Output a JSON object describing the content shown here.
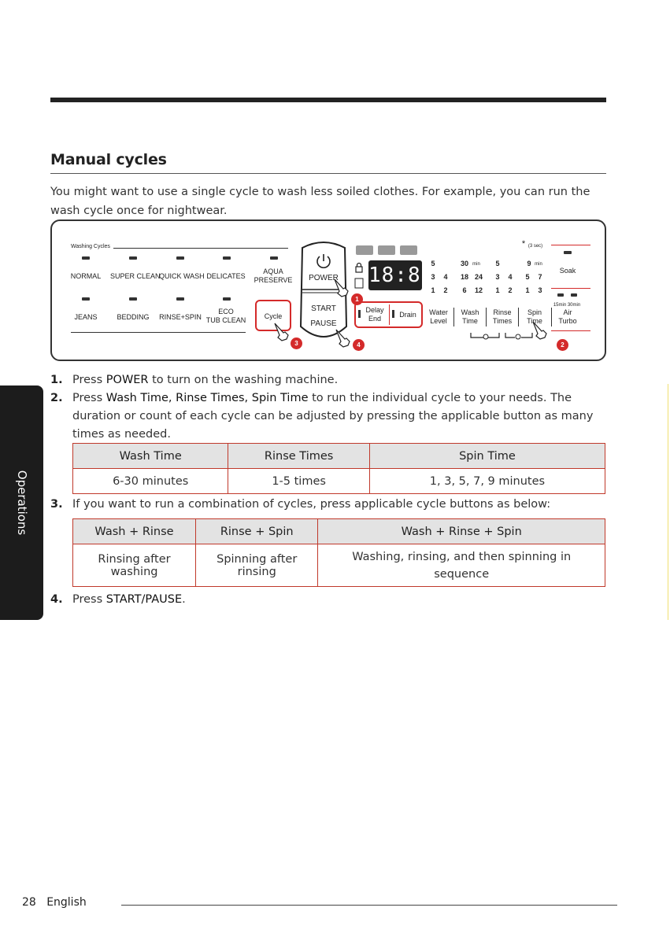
{
  "section": {
    "title": "Manual cycles",
    "intro": "You might want to use a single cycle to wash less soiled clothes. For example, you can run the wash cycle once for nightwear."
  },
  "panel": {
    "washing_cycles_label": "Washing Cycles",
    "cycles_row1": [
      "NORMAL",
      "SUPER CLEAN",
      "QUICK WASH",
      "DELICATES",
      "AQUA",
      "PRESERVE"
    ],
    "cycles_row2": [
      "JEANS",
      "BEDDING",
      "RINSE+SPIN",
      "ECO",
      "TUB CLEAN"
    ],
    "cycle_button": "Cycle",
    "power": "POWER",
    "start": "START",
    "pause": "PAUSE",
    "display": "18:88",
    "delay": "Delay",
    "end": "End",
    "drain": "Drain",
    "three_sec": "(3 sec)",
    "asterisk": "*",
    "min": "min",
    "water_level": [
      "Water",
      "Level"
    ],
    "wash_time": [
      "Wash",
      "Time"
    ],
    "rinse_times": [
      "Rinse",
      "Times"
    ],
    "spin_time": [
      "Spin",
      "Time"
    ],
    "air_turbo": [
      "Air",
      "Turbo"
    ],
    "soak": "Soak",
    "air_15": "15min",
    "air_30": "30min",
    "water_col": [
      "5",
      "3",
      "4",
      "1",
      "2"
    ],
    "wash_col": [
      "30",
      "18",
      "24",
      "6",
      "12"
    ],
    "rinse_col": [
      "5",
      "3",
      "4",
      "1",
      "2"
    ],
    "spin_col": [
      "9",
      "5",
      "7",
      "1",
      "3"
    ],
    "badges": [
      "1",
      "2",
      "3",
      "4"
    ]
  },
  "steps": [
    {
      "num": "1.",
      "pre": "Press ",
      "hl": "POWER",
      "post": " to turn on the washing machine."
    },
    {
      "num": "2.",
      "pre": "Press ",
      "hl": "Wash Time, Rinse Times, Spin Time",
      "post": " to run the individual cycle to your needs. The duration or count of each cycle can be adjusted by pressing the applicable button as many times as needed."
    },
    {
      "num": "3.",
      "pre": "If you want to run a combination of cycles, press applicable cycle buttons as below:",
      "hl": "",
      "post": ""
    },
    {
      "num": "4.",
      "pre": "Press ",
      "hl": "START/PAUSE",
      "post": "."
    }
  ],
  "table1": {
    "headers": [
      "Wash Time",
      "Rinse Times",
      "Spin Time"
    ],
    "row": [
      "6-30 minutes",
      "1-5 times",
      "1, 3, 5, 7, 9 minutes"
    ]
  },
  "table2": {
    "headers": [
      "Wash + Rinse",
      "Rinse + Spin",
      "Wash + Rinse + Spin"
    ],
    "row": [
      "Rinsing after washing",
      "Spinning after rinsing",
      "Washing, rinsing, and then spinning in sequence"
    ]
  },
  "side_tab": "Operations",
  "footer": {
    "page": "28",
    "language": "English"
  },
  "colors": {
    "accent": "#d42a2a",
    "table_header": "#e3e3e3",
    "tab_bg": "#1c1c1c"
  }
}
